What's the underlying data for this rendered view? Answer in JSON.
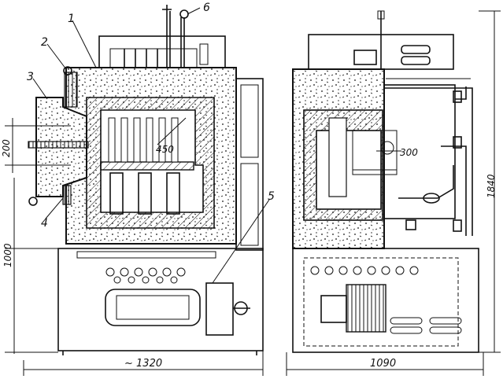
{
  "callouts": {
    "c1": "1",
    "c2": "2",
    "c3": "3",
    "c4": "4",
    "c5": "5",
    "c6": "6"
  },
  "dimensions": {
    "d200": "200",
    "d1000": "1000",
    "d1320": "~ 1320",
    "d450": "450",
    "d300": "300",
    "d1090": "1090",
    "d1840": "1840"
  },
  "colors": {
    "ink": "#111111",
    "paper": "#ffffff"
  }
}
